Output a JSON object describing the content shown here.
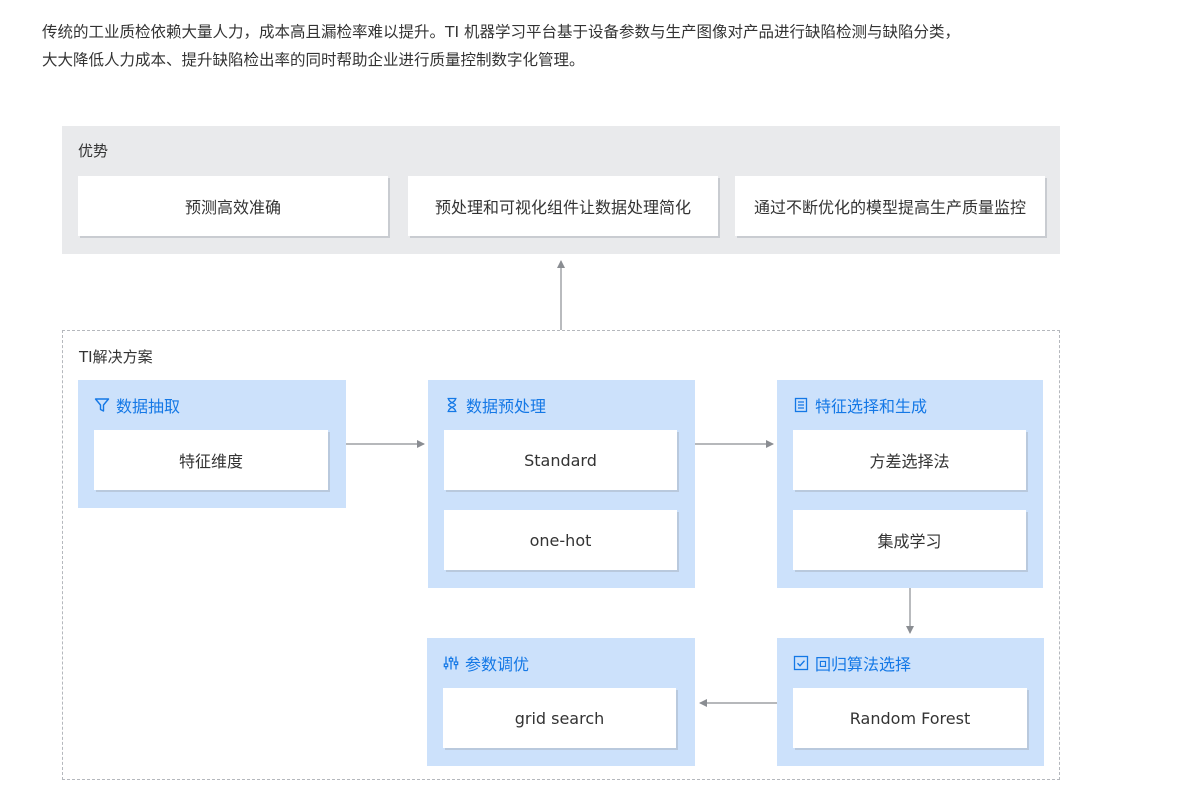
{
  "intro": {
    "line1": "传统的工业质检依赖大量人力，成本高且漏检率难以提升。TI 机器学习平台基于设备参数与生产图像对产品进行缺陷检测与缺陷分类，",
    "line2": "大大降低人力成本、提升缺陷检出率的同时帮助企业进行质量控制数字化管理。"
  },
  "advantages": {
    "title": "优势",
    "items": [
      "预测高效准确",
      "预处理和可视化组件让数据处理简化",
      "通过不断优化的模型提高生产质量监控"
    ]
  },
  "solution": {
    "title": "TI解决方案",
    "steps": {
      "extract": {
        "title": "数据抽取",
        "icon": "filter-icon",
        "items": [
          "特征维度"
        ]
      },
      "preprocess": {
        "title": "数据预处理",
        "icon": "hourglass-icon",
        "items": [
          "Standard",
          "one-hot"
        ]
      },
      "feature": {
        "title": "特征选择和生成",
        "icon": "document-list-icon",
        "items": [
          "方差选择法",
          "集成学习"
        ]
      },
      "regression": {
        "title": "回归算法选择",
        "icon": "checkbox-icon",
        "items": [
          "Random Forest"
        ]
      },
      "tuning": {
        "title": "参数调优",
        "icon": "sliders-icon",
        "items": [
          "grid search"
        ]
      }
    }
  },
  "colors": {
    "step_bg": "#cce1fb",
    "step_title": "#1478e6",
    "panel_bg": "#e9eaec",
    "arrow": "#8a8d92"
  }
}
